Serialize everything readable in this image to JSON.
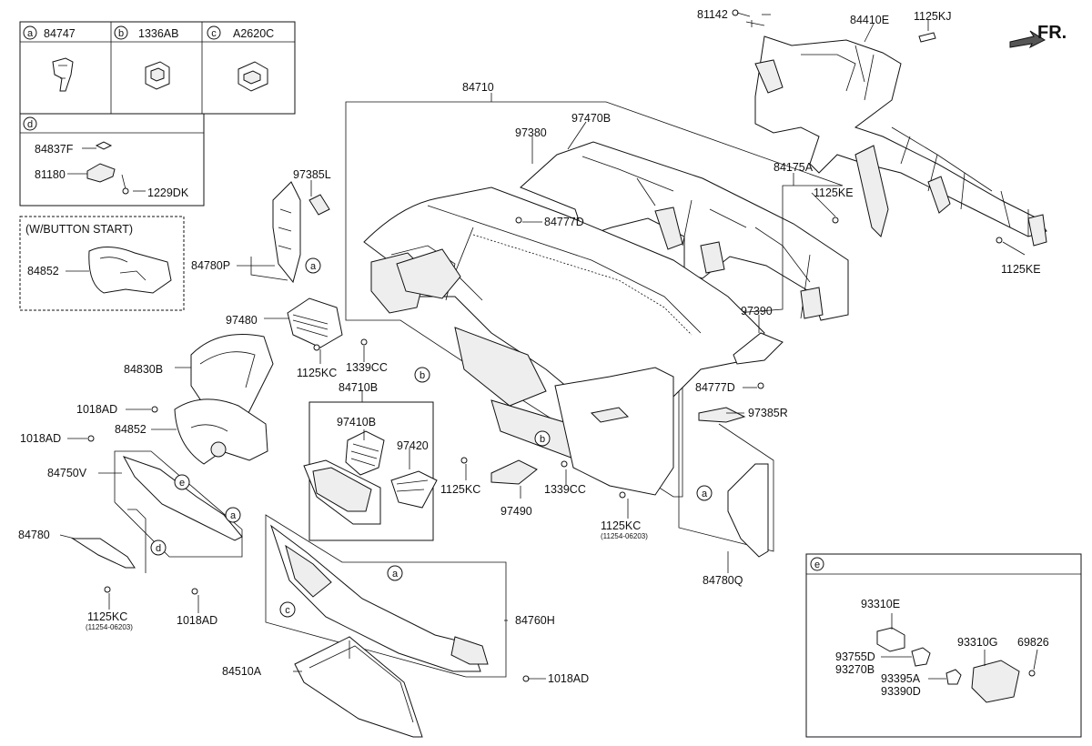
{
  "orientation_label": "FR.",
  "inset_boxes": {
    "a": {
      "letter": "a",
      "part": "84747"
    },
    "b": {
      "letter": "b",
      "part": "1336AB"
    },
    "c": {
      "letter": "c",
      "part": "A2620C"
    },
    "d": {
      "letter": "d",
      "parts": [
        "84837F",
        "81180",
        "1229DK"
      ]
    },
    "e": {
      "letter": "e",
      "parts": [
        "93310E",
        "93755D",
        "93270B",
        "93395A",
        "93390D",
        "93310G",
        "69826"
      ]
    },
    "button_start": {
      "title": "(W/BUTTON START)",
      "part": "84852"
    }
  },
  "labels": {
    "l81142": "81142",
    "l84410E": "84410E",
    "l1125KJ": "1125KJ",
    "l84710": "84710",
    "l97380": "97380",
    "l97470B": "97470B",
    "l84777D_top": "84777D",
    "l84175A": "84175A",
    "l1125KE_a": "1125KE",
    "l1125KE_b": "1125KE",
    "l97385L": "97385L",
    "l84780P": "84780P",
    "l97480": "97480",
    "l1125KC_a": "1125KC",
    "l1339CC_a": "1339CC",
    "l84830B": "84830B",
    "l1018AD_a": "1018AD",
    "l84852": "84852",
    "l1018AD_b": "1018AD",
    "l84750V": "84750V",
    "l84780": "84780",
    "l1125KC_b": "1125KC",
    "l1125KC_b_sub": "(11254-06203)",
    "l1018AD_c": "1018AD",
    "l84710B": "84710B",
    "l97410B": "97410B",
    "l97420": "97420",
    "l1125KC_c": "1125KC",
    "l97490": "97490",
    "l1339CC_b": "1339CC",
    "l1125KC_d": "1125KC",
    "l1125KC_d_sub": "(11254-06203)",
    "l97390": "97390",
    "l84777D_b": "84777D",
    "l97385R": "97385R",
    "l84780Q": "84780Q",
    "l84760H": "84760H",
    "l84510A": "84510A",
    "l1018AD_d": "1018AD"
  },
  "callouts": {
    "a": "a",
    "b": "b",
    "c": "c",
    "d": "d",
    "e": "e"
  }
}
